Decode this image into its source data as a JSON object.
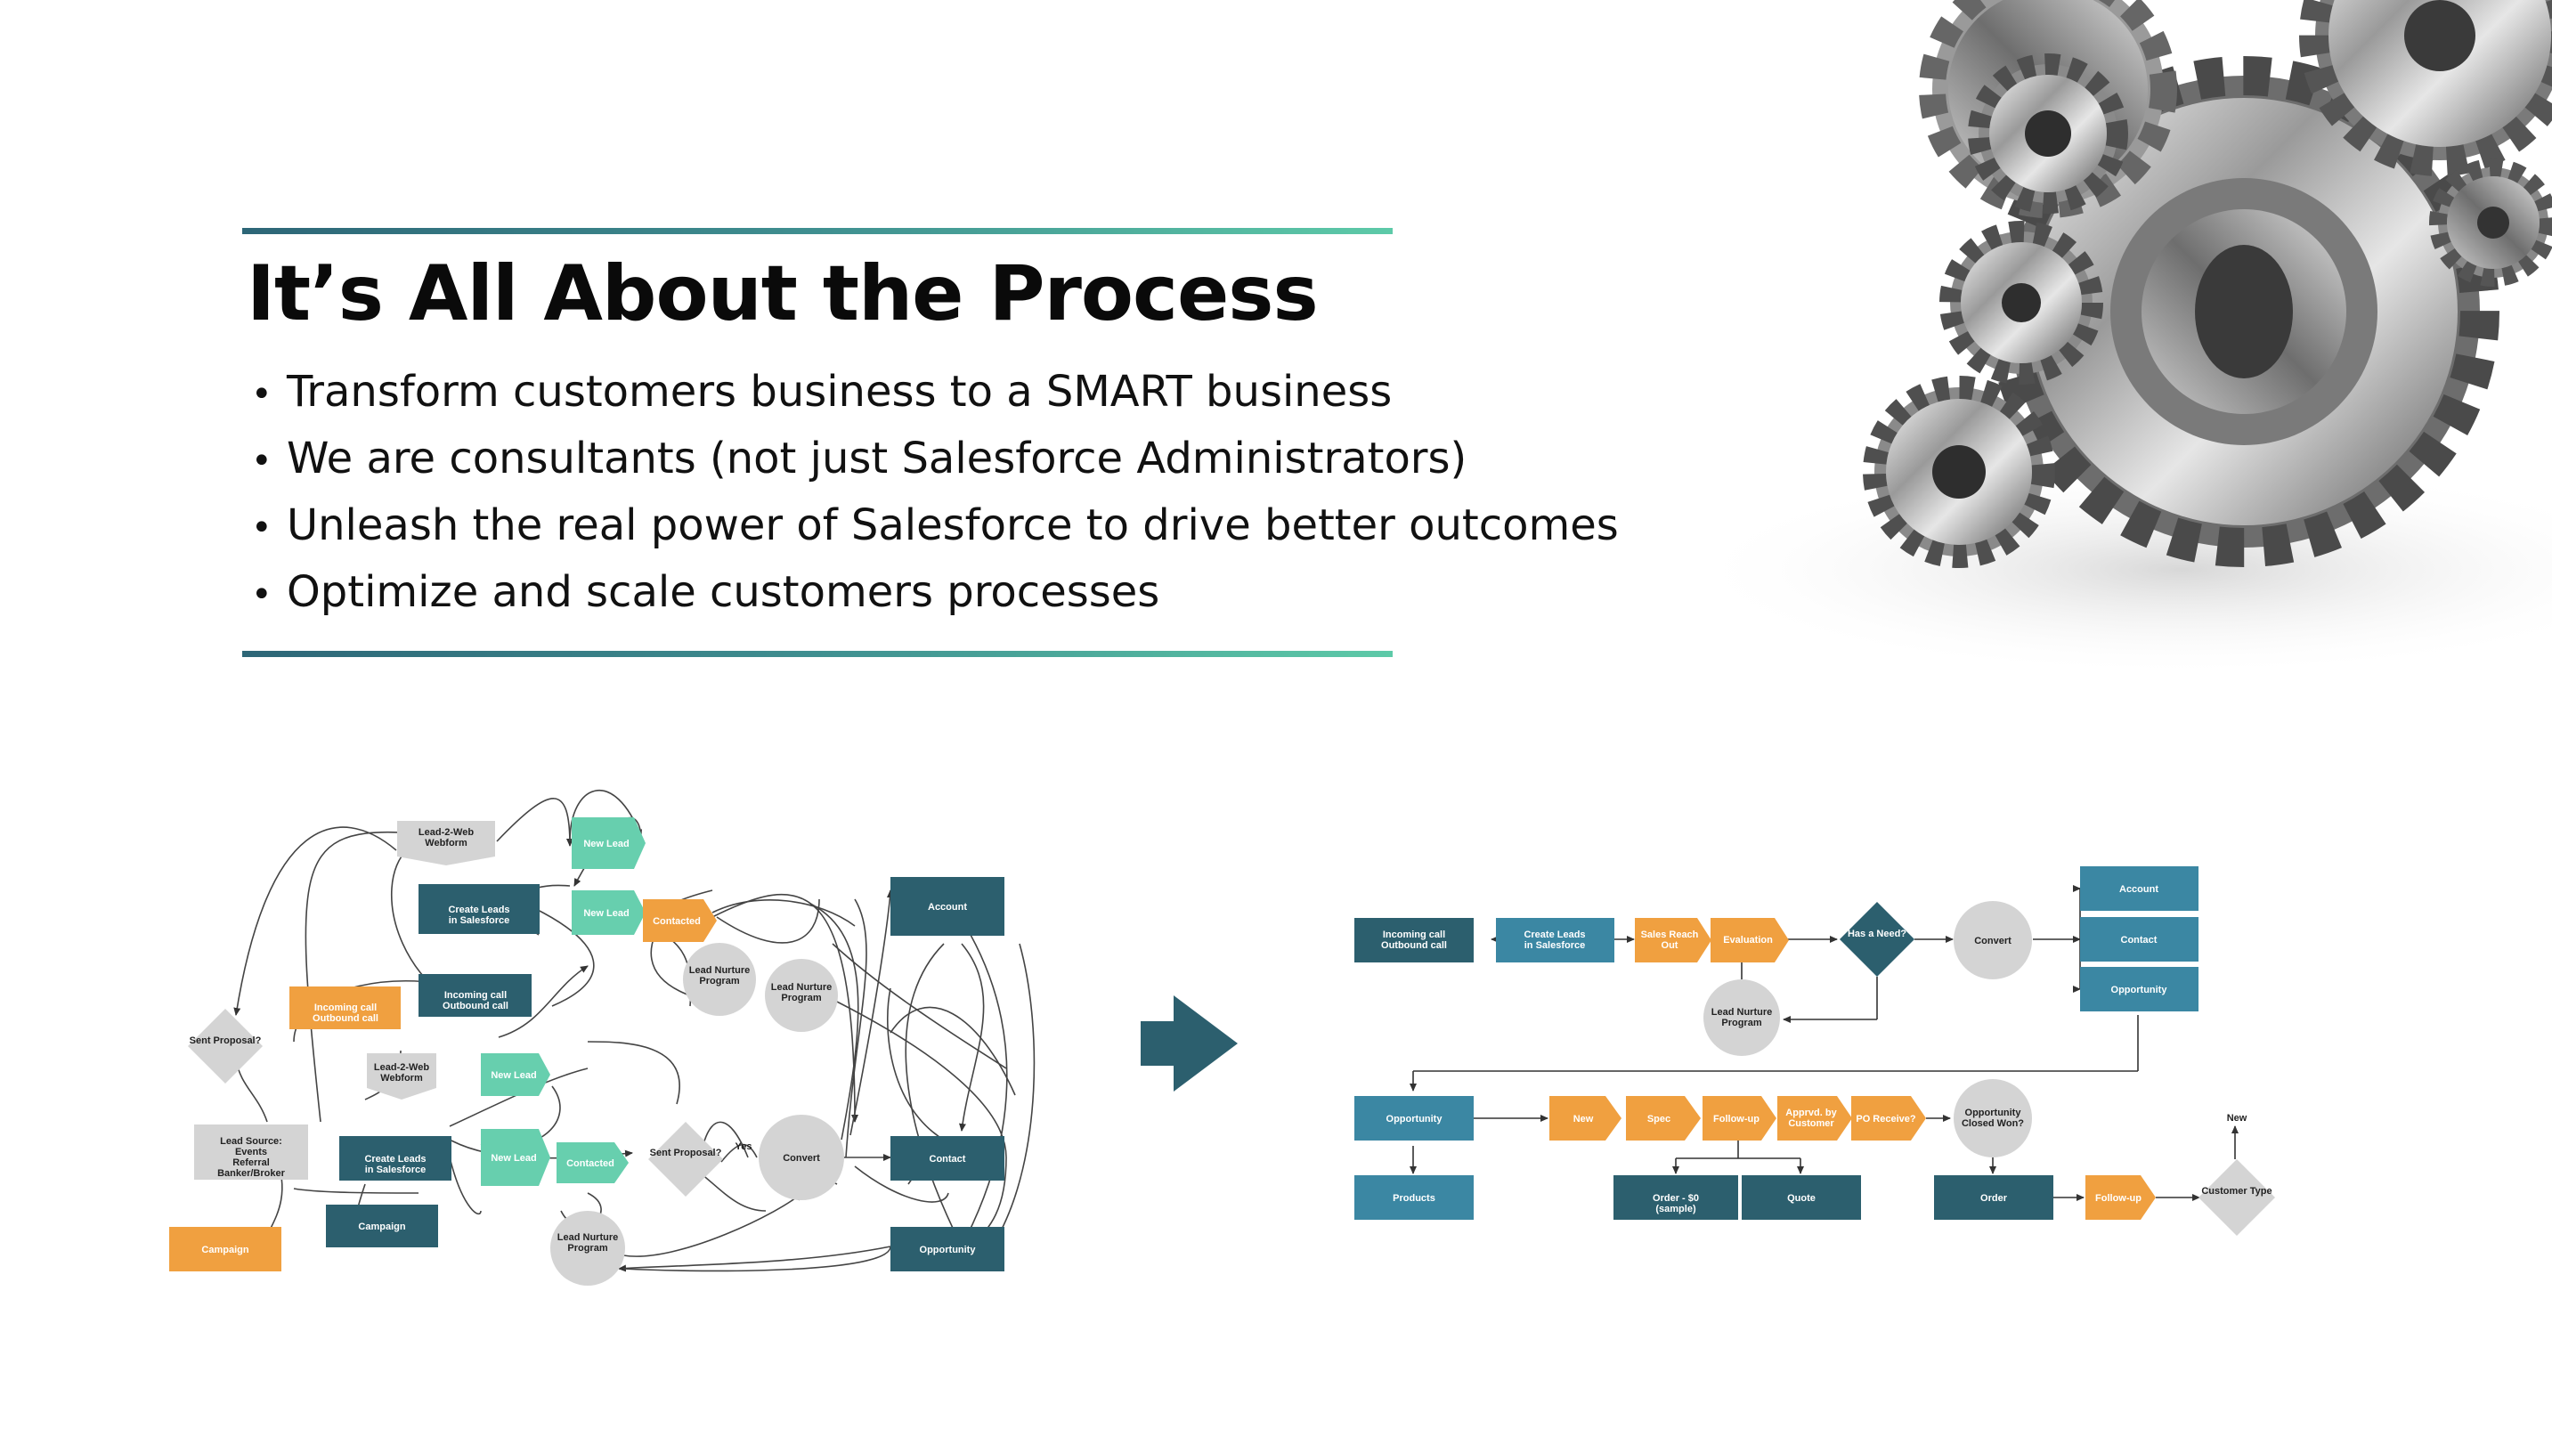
{
  "slide": {
    "title": "It’s All About the Process",
    "bullets": [
      "Transform customers business to a SMART business",
      "We are consultants (not just Salesforce Administrators)",
      "Unleash the real power of Salesforce to drive better outcomes",
      "Optimize and scale customers processes"
    ],
    "image_description": "chrome-gears-image"
  },
  "colors": {
    "navy": "#2c5f6e",
    "blue": "#3b87a3",
    "orange": "#f0a040",
    "teal": "#67cfae",
    "gray": "#d4d4d4",
    "text_dark": "#111111",
    "arrow": "#2c5f6e"
  },
  "before_diagram": {
    "nodes": {
      "lead2web_top": "Lead-2-Web Webform",
      "new_lead_1": "New Lead",
      "create_leads_top": "Create Leads in Salesforce",
      "new_lead_2": "New Lead",
      "contacted_1": "Contacted",
      "account": "Account",
      "lead_nurture_1": "Lead Nurture Program",
      "lead_nurture_2": "Lead Nurture Program",
      "incoming_call_orange": "Incoming call Outbound call",
      "incoming_call_navy": "Incoming call Outbound call",
      "sent_proposal_left": "Sent Proposal?",
      "lead2web_mid": "Lead-2-Web Webform",
      "new_lead_3": "New Lead",
      "lead_source": "Lead Source: Events Referral Banker/Broker",
      "create_leads_bottom": "Create Leads in Salesforce",
      "new_lead_4": "New Lead",
      "contacted_2": "Contacted",
      "sent_proposal_right": "Sent Proposal?",
      "yes_label": "Yes",
      "convert": "Convert",
      "contact": "Contact",
      "campaign_navy": "Campaign",
      "campaign_orange": "Campaign",
      "lead_nurture_3": "Lead Nurture Program",
      "opportunity": "Opportunity"
    }
  },
  "after_diagram": {
    "nodes": {
      "incoming_call": "Incoming call Outbound call",
      "create_leads": "Create Leads in Salesforce",
      "sales_reach_out": "Sales Reach Out",
      "evaluation": "Evaluation",
      "has_need": "Has a Need?",
      "convert": "Convert",
      "account": "Account",
      "contact": "Contact",
      "opportunity_top": "Opportunity",
      "lead_nurture": "Lead Nurture Program",
      "opportunity": "Opportunity",
      "new": "New",
      "spec": "Spec",
      "follow_up_1": "Follow-up",
      "apprvd": "Apprvd. by Customer",
      "po_receive": "PO Receive?",
      "opp_closed_won": "Opportunity Closed Won?",
      "new_label": "New",
      "products": "Products",
      "order_sample": "Order - $0 (sample)",
      "quote": "Quote",
      "order": "Order",
      "follow_up_2": "Follow-up",
      "customer_type": "Customer Type"
    }
  }
}
